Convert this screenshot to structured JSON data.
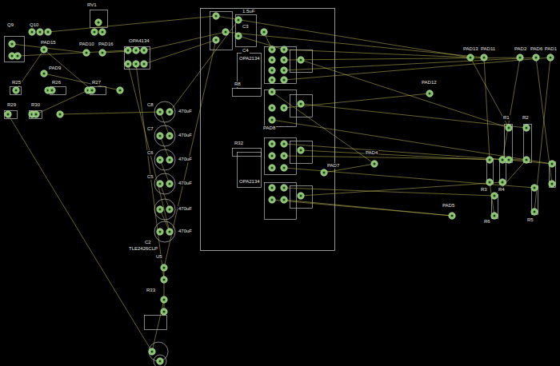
{
  "diagram": {
    "labels": [
      "Q9",
      "Q10",
      "RV1",
      "PAD15",
      "PAD10",
      "PAD16",
      "PAD9",
      "R25",
      "R26",
      "R27",
      "R29",
      "R30",
      "OPA4134",
      "470uF",
      "470uF",
      "470uF",
      "470uF",
      "470uF",
      "470uF",
      "C8",
      "C7",
      "C6",
      "C5",
      "C2",
      "TLE2426CLP",
      "U5",
      "R33",
      "1.5uF",
      "C3",
      "C4",
      "OPA2134",
      "R8",
      "R32",
      "OPA2134",
      "PAD7",
      "PAD13",
      "PAD11",
      "PAD2",
      "PAD6",
      "PAD1",
      "PAD12",
      "PAD4",
      "PAD5",
      "R1",
      "R2",
      "R3",
      "R4",
      "R5",
      "R6",
      "PAD8"
    ]
  }
}
